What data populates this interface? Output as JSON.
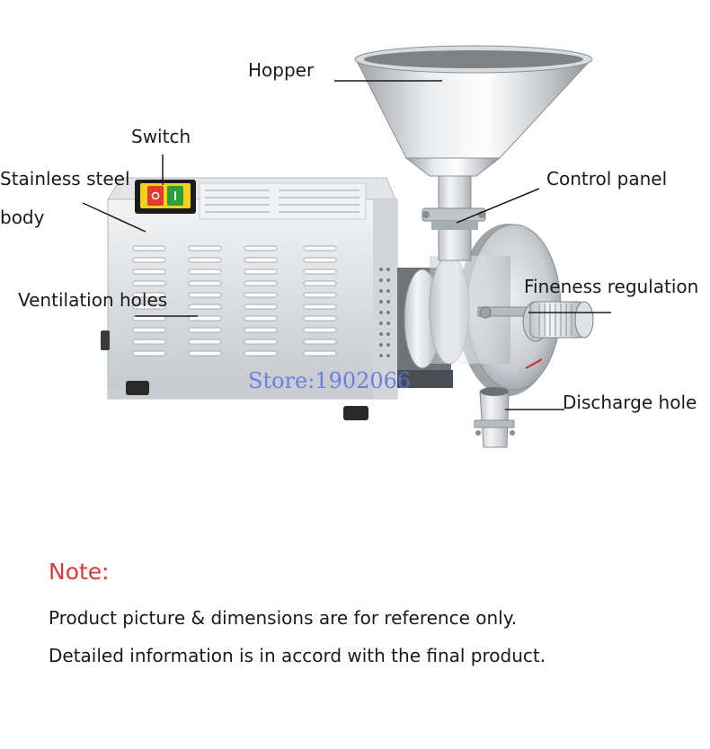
{
  "labels": {
    "hopper": "Hopper",
    "switch": "Switch",
    "body_line1": "Stainless steel",
    "body_line2": "body",
    "control_panel": "Control panel",
    "ventilation": "Ventilation holes",
    "fineness": "Fineness regulation",
    "discharge": "Discharge hole"
  },
  "watermark": "Store:1902066",
  "note": {
    "title": "Note:",
    "line1": "Product picture & dimensions are for reference only.",
    "line2": "Detailed information is in accord with the final product."
  },
  "colors": {
    "note_title": "#d93a3a",
    "watermark": "#5a72e8",
    "switch_red": "#e53a2e",
    "switch_green": "#2e9e3a",
    "switch_yellow": "#f2d21b"
  }
}
